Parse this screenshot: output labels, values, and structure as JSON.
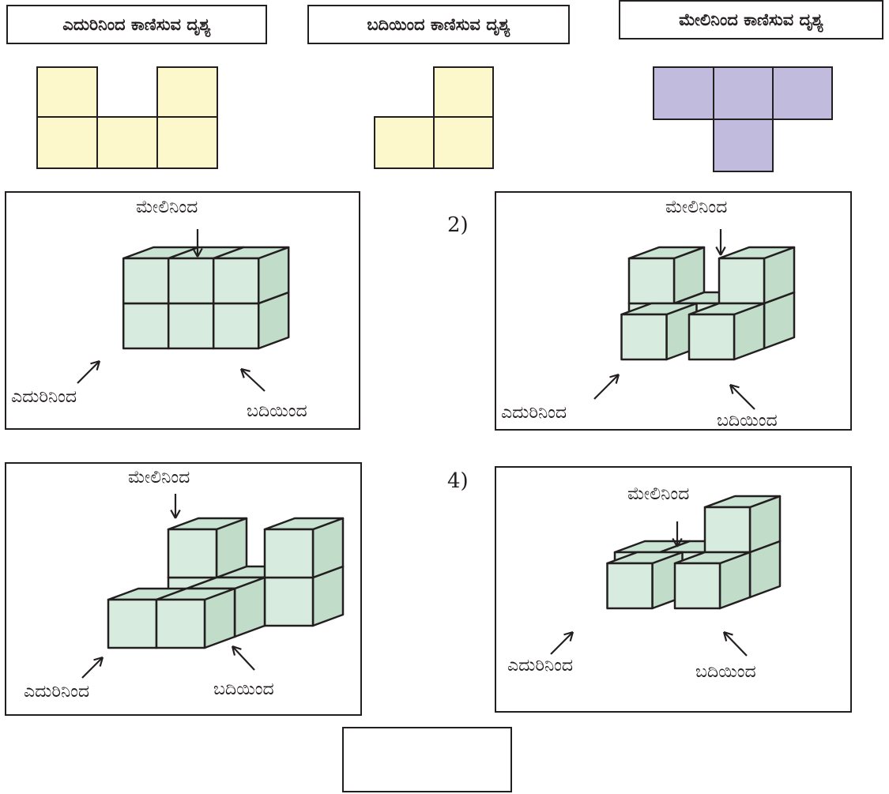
{
  "headers": {
    "front": "ಎದುರಿನಿಂದ ಕಾಣಿಸುವ ದೃಶ್ಯ",
    "side": "ಬದಿಯಿಂದ ಕಾಣಿಸುವ ದೃಶ್ಯ",
    "top": "ಮೇಲಿನಿಂದ ಕಾಣಿಸುವ ದೃಶ್ಯ"
  },
  "colors": {
    "view_fill": "#fcf8cc",
    "top_fill": "#c1bbde",
    "cube_top": "#c9e4d2",
    "cube_front": "#d7ecde",
    "cube_side": "#c1dcc9",
    "stroke": "#231f20"
  },
  "options": [
    {
      "number": "",
      "labels": {
        "top": "ಮೇಲಿನಿಂದ",
        "front": "ಎದುರಿನಿಂದ",
        "side": "ಬದಿಯಿಂದ"
      }
    },
    {
      "number": "2)",
      "labels": {
        "top": "ಮೇಲಿನಿಂದ",
        "front": "ಎದುರಿನಿಂದ",
        "side": "ಬದಿಯಿಂದ"
      }
    },
    {
      "number": "",
      "labels": {
        "top": "ಮೇಲಿನಿಂದ",
        "front": "ಎದುರಿನಿಂದ",
        "side": "ಬದಿಯಿಂದ"
      }
    },
    {
      "number": "4)",
      "labels": {
        "top": "ಮೇಲಿನಿಂದ",
        "front": "ಎದುರಿನಿಂದ",
        "side": "ಬದಿಯಿಂದ"
      }
    }
  ],
  "answer_box": ""
}
